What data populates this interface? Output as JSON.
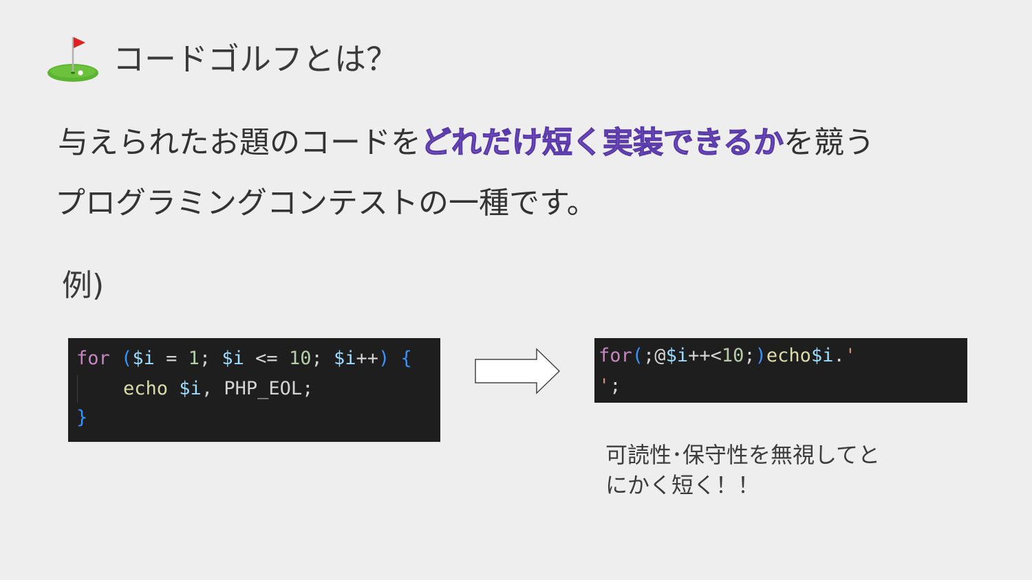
{
  "slide": {
    "title": "コードゴルフとは？",
    "title_icon": "golf-flag-icon",
    "line1_before": "与えられたお題のコードを",
    "line1_emphasis": "どれだけ短く実装できるか",
    "line1_after": "を競う",
    "line2": "プログラミングコンテストの一種です。",
    "example_label": "例)",
    "emphasis_color": "#7e5bc8",
    "background_color": "#eeeeee"
  },
  "code_long": {
    "line1": {
      "kw": "for",
      "p1": " ",
      "paren_open": "(",
      "v1": "$i",
      "op1": " = ",
      "n1": "1",
      "semi1": "; ",
      "v2": "$i",
      "op2": " <= ",
      "n2": "10",
      "semi2": "; ",
      "v3": "$i",
      "op3": "++",
      "paren_close": ")",
      "sp": " ",
      "brace_open": "{"
    },
    "line2": {
      "fn": "echo",
      "sp": " ",
      "v": "$i",
      "comma": ", ",
      "const": "PHP_EOL",
      "semi": ";"
    },
    "line3": {
      "brace_close": "}"
    }
  },
  "code_short": {
    "line1": {
      "kw": "for",
      "paren_open": "(",
      "body1": ";@",
      "v1": "$i",
      "op": "++<",
      "n": "10",
      "semi": ";",
      "paren_close": ")",
      "fn": "echo",
      "v2": "$i",
      "dot": ".",
      "str_open": "'"
    },
    "line2": {
      "str_close": "'",
      "semi": ";"
    }
  },
  "arrow_icon": "right-arrow-icon",
  "note": {
    "line1": "可読性･保守性を無視してと",
    "line2": "にかく短く！！"
  }
}
